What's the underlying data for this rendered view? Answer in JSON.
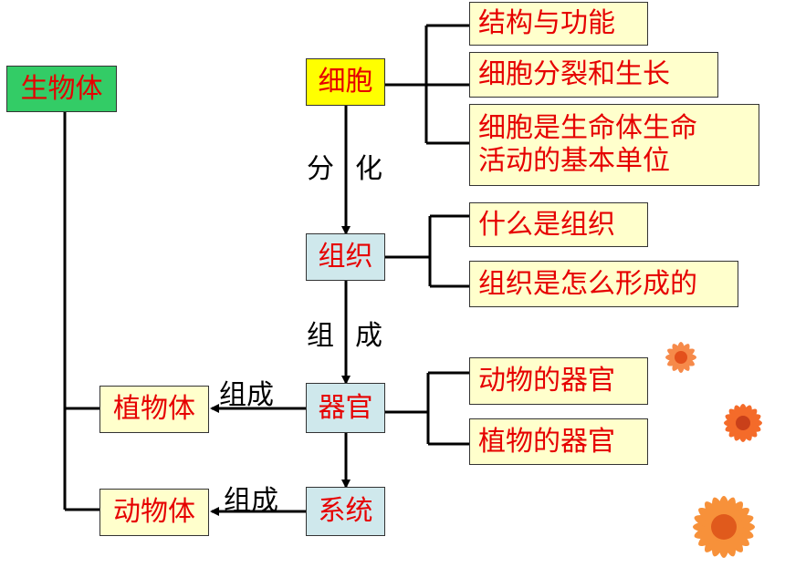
{
  "nodes": {
    "organism": "生物体",
    "cell": "细胞",
    "tissue": "组织",
    "organ": "器官",
    "system": "系统",
    "plant_body": "植物体",
    "animal_body": "动物体"
  },
  "edge_labels": {
    "differentiation_1": "分",
    "differentiation_2": "化",
    "compose_1": "组",
    "compose_2": "成",
    "organ_to_plant": "组成",
    "system_to_animal": "组成"
  },
  "cell_topics": [
    "结构与功能",
    "细胞分裂和生长",
    "细胞是生命体生命",
    "活动的基本单位"
  ],
  "tissue_topics": [
    "什么是组织",
    "组织是怎么形成的"
  ],
  "organ_topics": [
    "动物的器官",
    "植物的器官"
  ],
  "colors": {
    "text_red": "#e60000",
    "root_fill": "#33cc66",
    "cell_fill": "#ffff00",
    "level_fill": "#cfe8ec",
    "topic_fill": "#ffffcc",
    "flower_orange": "#f46b2a"
  }
}
